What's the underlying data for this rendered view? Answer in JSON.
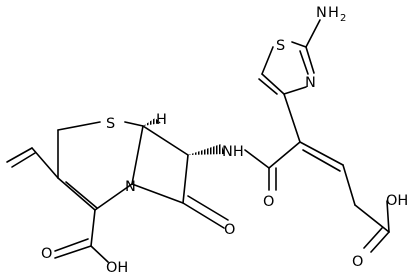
{
  "molecule": {
    "atom_labels": {
      "nh2_n": "N",
      "nh2_h": "H",
      "nh2_sub": "2",
      "thiazole_s": "S",
      "thiazole_n": "N",
      "ring_s": "S",
      "h_stereo": "H",
      "amide_nh": "NH",
      "amide_o": "O",
      "lactam_n": "N",
      "lactam_o": "O",
      "cooh_1_o": "O",
      "cooh_1_oh": "OH",
      "cooh_2_o": "O",
      "cooh_2_oh": "OH"
    }
  }
}
